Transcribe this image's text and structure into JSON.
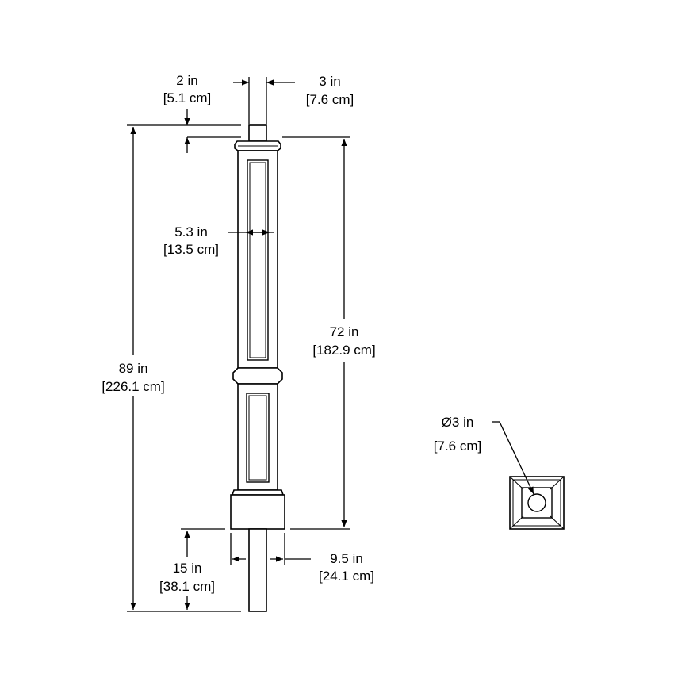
{
  "diagram": {
    "dimensions": {
      "tenon_height": {
        "in": "2 in",
        "cm": "[5.1 cm]"
      },
      "tenon_diameter": {
        "in": "3 in",
        "cm": "[7.6 cm]"
      },
      "shaft_width": {
        "in": "5.3 in",
        "cm": "[13.5 cm]"
      },
      "visible_height": {
        "in": "72 in",
        "cm": "[182.9 cm]"
      },
      "overall_height": {
        "in": "89 in",
        "cm": "[226.1 cm]"
      },
      "ground_depth": {
        "in": "15 in",
        "cm": "[38.1 cm]"
      },
      "base_width": {
        "in": "9.5 in",
        "cm": "[24.1 cm]"
      },
      "top_hole": {
        "in": "Ø3 in",
        "cm": "[7.6 cm]"
      }
    }
  }
}
